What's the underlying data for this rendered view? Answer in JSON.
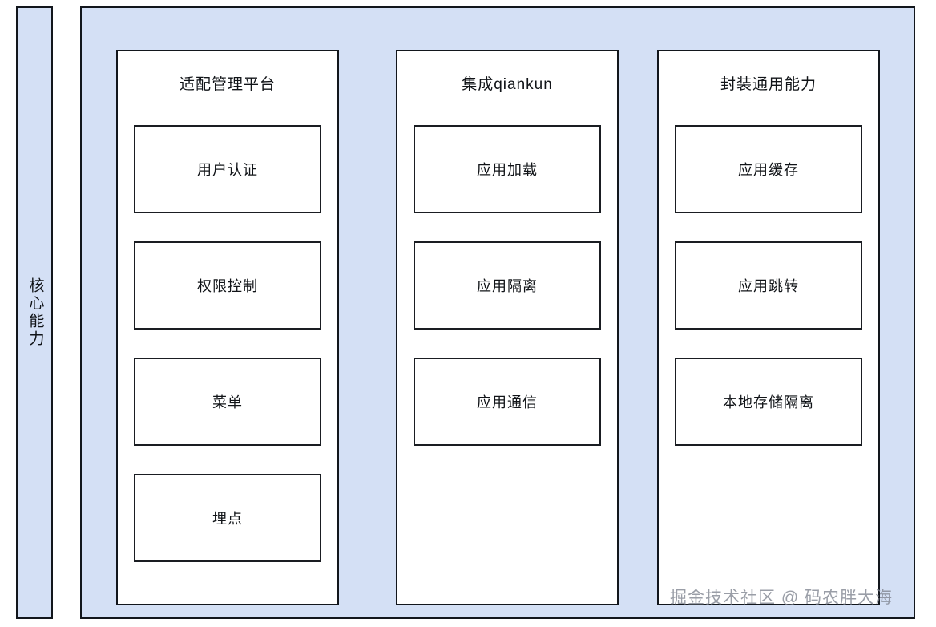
{
  "diagram": {
    "sidebar": {
      "label": "核心能力"
    },
    "columns": [
      {
        "title": "适配管理平台",
        "items": [
          {
            "label": "用户认证"
          },
          {
            "label": "权限控制"
          },
          {
            "label": "菜单"
          },
          {
            "label": "埋点"
          }
        ]
      },
      {
        "title": "集成qiankun",
        "items": [
          {
            "label": "应用加载"
          },
          {
            "label": "应用隔离"
          },
          {
            "label": "应用通信"
          }
        ]
      },
      {
        "title": "封装通用能力",
        "items": [
          {
            "label": "应用缓存"
          },
          {
            "label": "应用跳转"
          },
          {
            "label": "本地存储隔离"
          }
        ]
      }
    ],
    "watermark": "掘金技术社区 @ 码农胖大海",
    "colors": {
      "panel_fill": "#d4e0f5",
      "box_fill": "#ffffff",
      "border": "#12161c",
      "text": "#111418",
      "watermark": "#7d838e"
    }
  }
}
